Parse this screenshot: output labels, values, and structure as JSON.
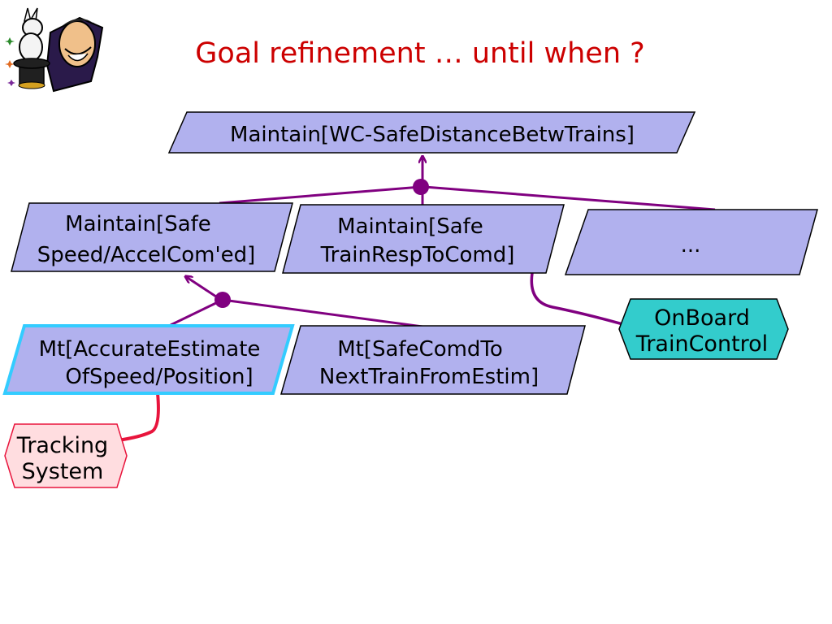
{
  "slide": {
    "title": "Goal refinement … until when ?"
  },
  "diagram": {
    "goals": {
      "root": {
        "lines": [
          "Maintain[WC-SafeDistanceBetwTrains]"
        ]
      },
      "safe_speed": {
        "lines": [
          "Maintain[Safe",
          "Speed/AccelCom'ed]"
        ]
      },
      "safe_train_resp": {
        "lines": [
          "Maintain[Safe",
          "TrainRespToComd]"
        ]
      },
      "more": {
        "lines": [
          "..."
        ]
      },
      "accurate_estimate": {
        "lines": [
          "Mt[AccurateEstimate",
          "OfSpeed/Position]"
        ]
      },
      "safe_comd": {
        "lines": [
          "Mt[SafeComdTo",
          "NextTrainFromEstim]"
        ]
      }
    },
    "agents": {
      "onboard": {
        "lines": [
          "OnBoard",
          "TrainControl"
        ]
      },
      "tracking": {
        "lines": [
          "Tracking",
          "System"
        ]
      }
    }
  },
  "colors": {
    "goal_fill": "#b1b1ee",
    "goal_border": "#000000",
    "highlight_border": "#33ccff",
    "link": "#800080",
    "onboard_fill": "#33cccc",
    "tracking_fill": "#ffdde0",
    "tracking_link": "#e8143c",
    "title": "#cc0000"
  }
}
